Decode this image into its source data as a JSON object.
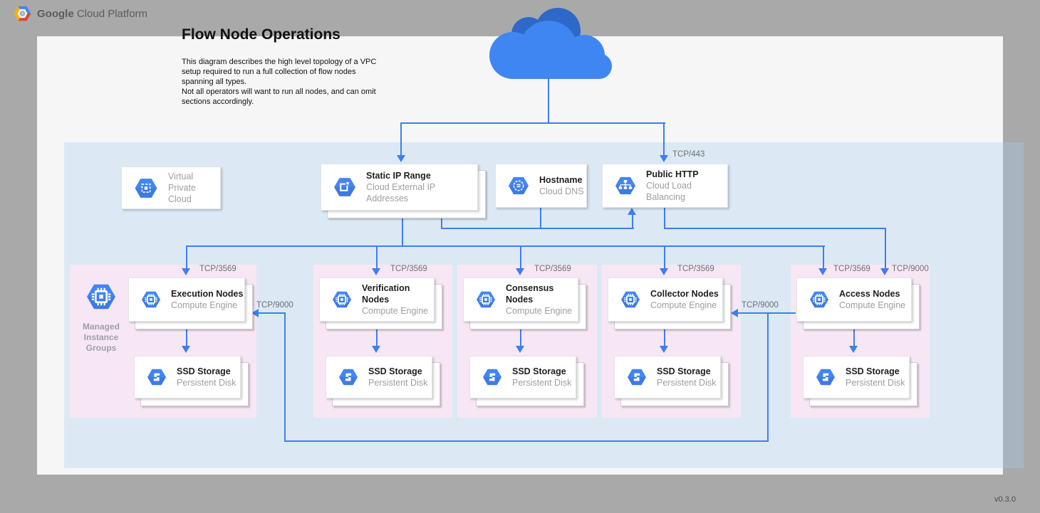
{
  "header": {
    "brand_bold": "Google",
    "brand_rest": " Cloud Platform"
  },
  "page": {
    "title": "Flow Node Operations",
    "description": "This diagram describes the high level topology of a VPC setup required to run a full collection of flow nodes spanning all types.\nNot all operators will want to run all nodes, and can omit sections accordingly.",
    "version": "v0.3.0"
  },
  "colors": {
    "background_gray": "#a9a9a9",
    "canvas": "#f6f6f6",
    "vpc_tint": "#e4f0fb",
    "group_pink": "#f7e7f5",
    "line_blue": "#3d7ef2",
    "hexagon_blue": "#4285f4"
  },
  "vpc_card": {
    "line1": "Virtual",
    "line2": "Private Cloud",
    "icon": "virtual-private-cloud-icon"
  },
  "top_cards": {
    "static_ip": {
      "title": "Static IP Range",
      "subtitle": "Cloud External IP Addresses",
      "icon": "external-ip-icon"
    },
    "hostname": {
      "title": "Hostname",
      "subtitle": "Cloud DNS",
      "icon": "cloud-dns-icon"
    },
    "public_http": {
      "title": "Public HTTP",
      "subtitle": "Cloud Load Balancing",
      "icon": "load-balancing-icon"
    }
  },
  "edge_labels": {
    "tcp443": "TCP/443",
    "collector_in": "TCP/9000",
    "execution_in": "TCP/9000"
  },
  "mig": {
    "label": "Managed\nInstance\nGroups",
    "icon": "compute-engine-icon"
  },
  "groups": [
    {
      "id": "execution",
      "port_label": "TCP/3569",
      "compute": {
        "title": "Execution Nodes",
        "subtitle": "Compute Engine"
      },
      "ssd": {
        "title": "SSD Storage",
        "subtitle": "Persistent Disk"
      }
    },
    {
      "id": "verification",
      "port_label": "TCP/3569",
      "compute": {
        "title": "Verification Nodes",
        "subtitle": "Compute Engine"
      },
      "ssd": {
        "title": "SSD Storage",
        "subtitle": "Persistent Disk"
      }
    },
    {
      "id": "consensus",
      "port_label": "TCP/3569",
      "compute": {
        "title": "Consensus Nodes",
        "subtitle": "Compute Engine"
      },
      "ssd": {
        "title": "SSD Storage",
        "subtitle": "Persistent Disk"
      }
    },
    {
      "id": "collector",
      "port_label": "TCP/3569",
      "compute": {
        "title": "Collector Nodes",
        "subtitle": "Compute Engine"
      },
      "ssd": {
        "title": "SSD Storage",
        "subtitle": "Persistent Disk"
      }
    },
    {
      "id": "access",
      "port_label": "TCP/3569",
      "port_label2": "TCP/9000",
      "compute": {
        "title": "Access Nodes",
        "subtitle": "Compute Engine"
      },
      "ssd": {
        "title": "SSD Storage",
        "subtitle": "Persistent Disk"
      }
    }
  ]
}
